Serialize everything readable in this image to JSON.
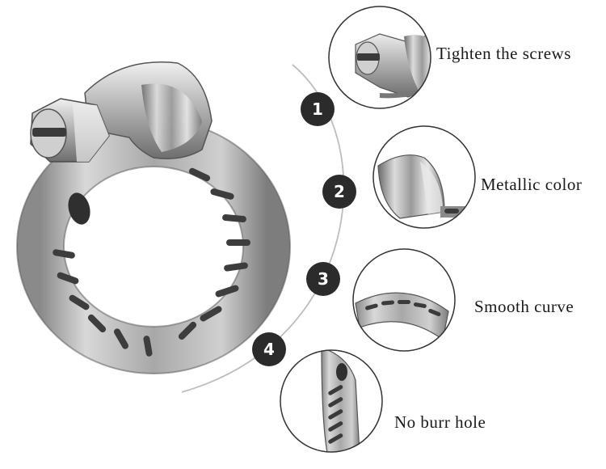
{
  "features": [
    {
      "number": "1",
      "label": "Tighten the screws",
      "detail": "screw-head"
    },
    {
      "number": "2",
      "label": "Metallic color",
      "detail": "housing"
    },
    {
      "number": "3",
      "label": "Smooth curve",
      "detail": "band-curve"
    },
    {
      "number": "4",
      "label": "No burr hole",
      "detail": "band-holes"
    }
  ],
  "colors": {
    "background": "#ffffff",
    "badge": "#2b2b2b",
    "arc": "#bdbdbd",
    "steel_light": "#e6e6e6",
    "steel_dark": "#5e5e5e"
  }
}
